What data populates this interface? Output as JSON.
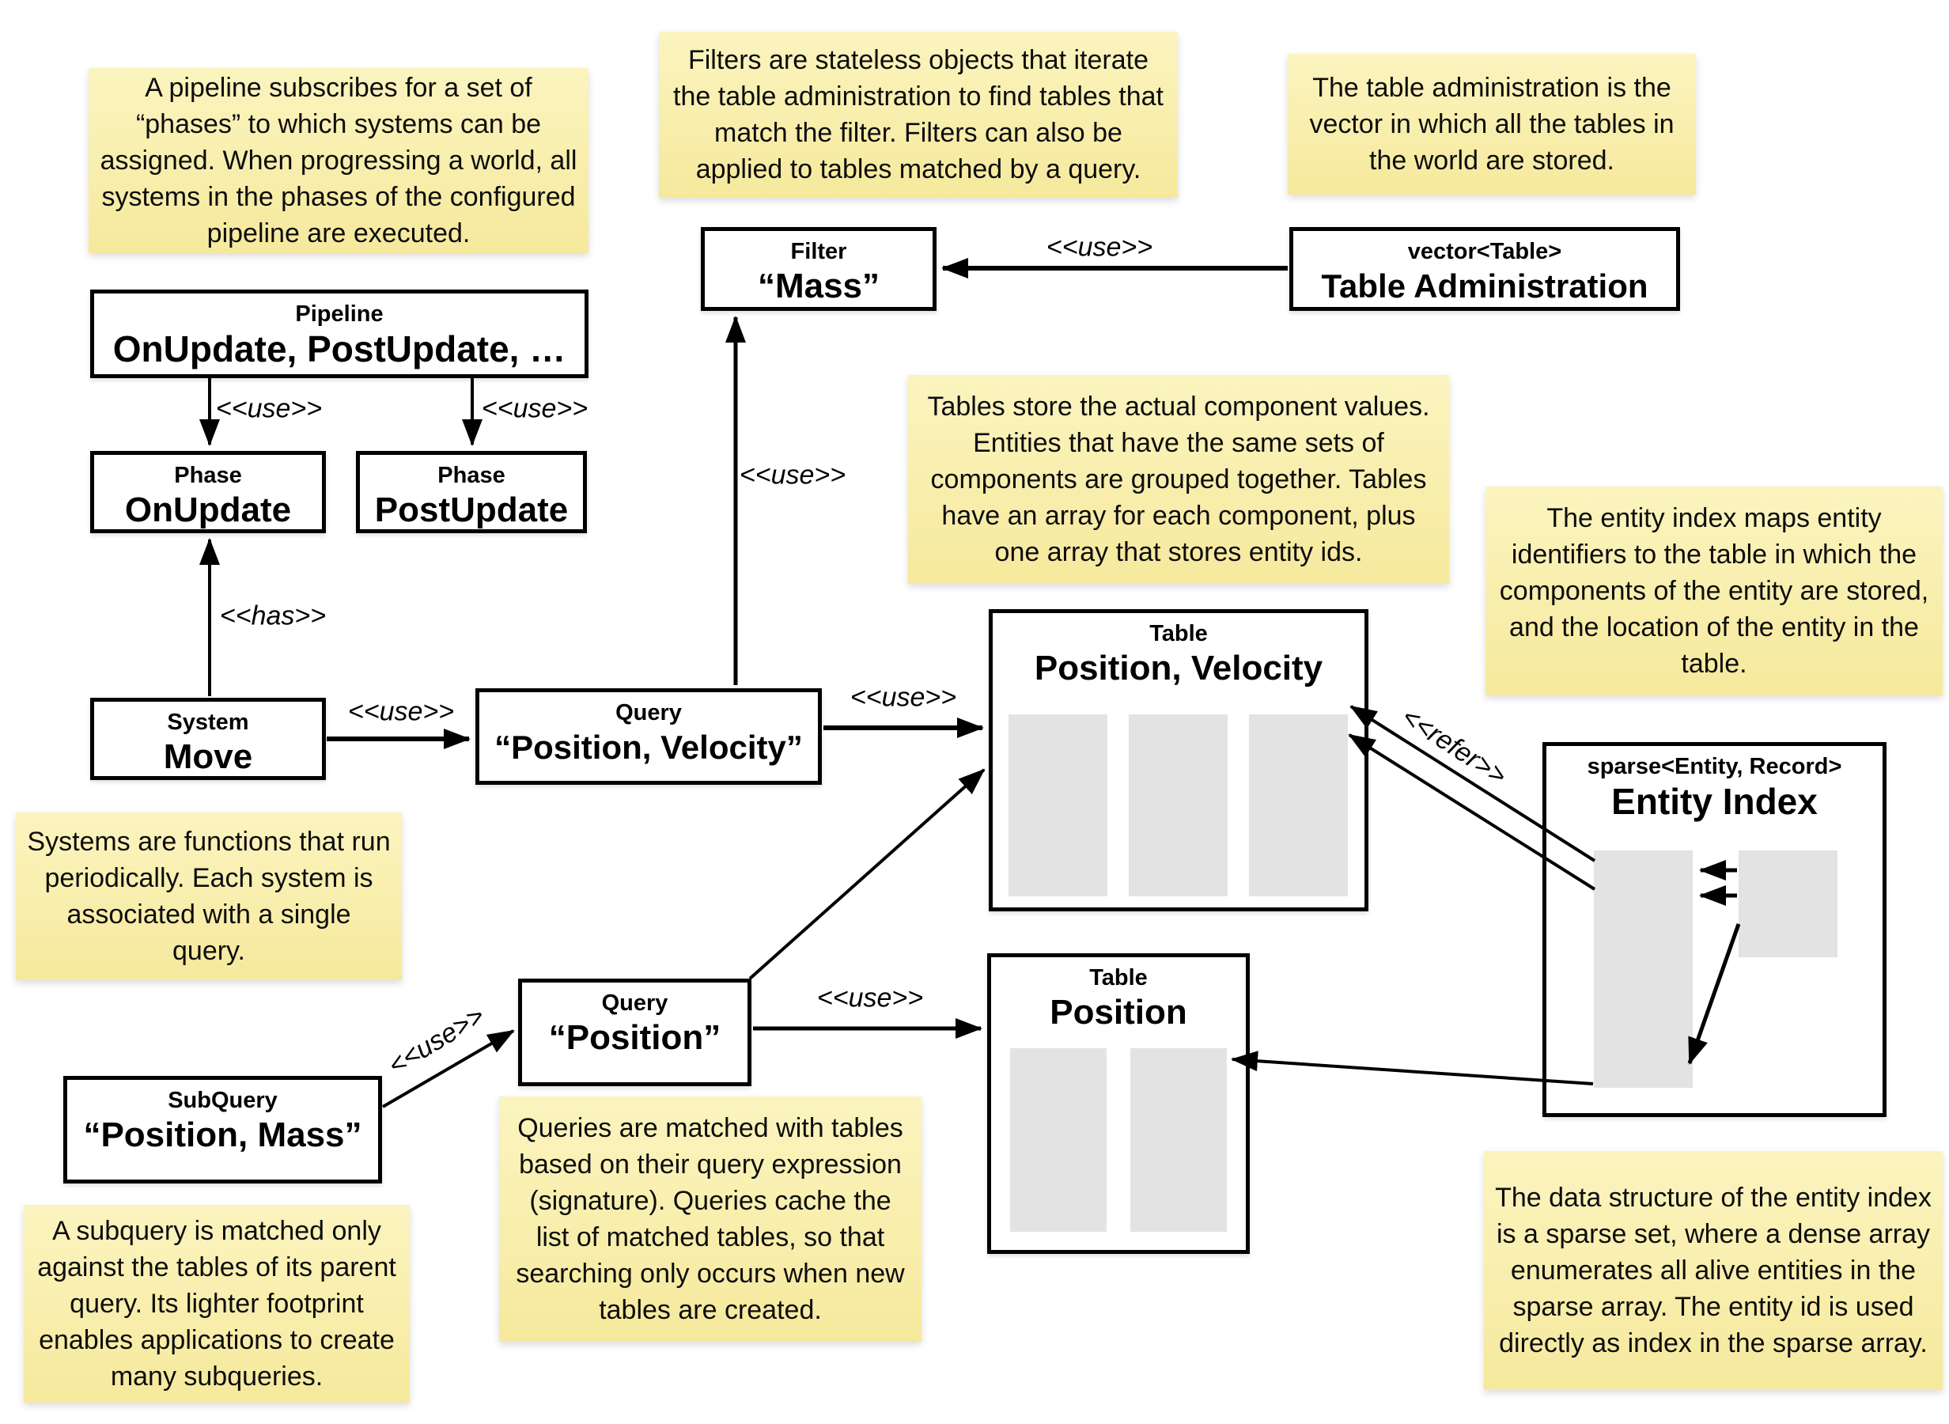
{
  "labels": {
    "use": "<<use>>",
    "has": "<<has>>",
    "refer": "<<refer>>"
  },
  "nodes": {
    "pipeline": {
      "stereotype": "Pipeline",
      "name": "OnUpdate, PostUpdate, …"
    },
    "filter": {
      "stereotype": "Filter",
      "name": "“Mass”"
    },
    "table_admin": {
      "stereotype": "vector<Table>",
      "name": "Table Administration"
    },
    "phase_onupdate": {
      "stereotype": "Phase",
      "name": "OnUpdate"
    },
    "phase_postupdate": {
      "stereotype": "Phase",
      "name": "PostUpdate"
    },
    "system_move": {
      "stereotype": "System",
      "name": "Move"
    },
    "query_pv": {
      "stereotype": "Query",
      "name": "“Position, Velocity”"
    },
    "query_p": {
      "stereotype": "Query",
      "name": "“Position”"
    },
    "subquery": {
      "stereotype": "SubQuery",
      "name": "“Position, Mass”"
    },
    "table_pv": {
      "stereotype": "Table",
      "name": "Position, Velocity"
    },
    "table_p": {
      "stereotype": "Table",
      "name": "Position"
    },
    "entity_index": {
      "stereotype": "sparse<Entity, Record>",
      "name": "Entity Index"
    }
  },
  "notes": {
    "pipeline": "A pipeline subscribes for a set of “phases” to which systems can be assigned. When progressing a world, all systems in the phases of the configured pipeline are executed.",
    "filters": "Filters are stateless objects that iterate the table administration to find tables that match the filter. Filters can also be applied to tables matched by a query.",
    "table_admin": "The table administration is the vector in which all the tables in the world are stored.",
    "tables": "Tables store the actual component values. Entities that have the same sets of components are grouped together. Tables have an array for each component, plus one array that stores entity ids.",
    "entity_index": "The entity index maps entity identifiers to the table in which the components of the entity are stored, and the location of the entity in the table.",
    "systems": "Systems are functions that run periodically. Each system is associated with a single query.",
    "subquery": "A subquery is matched only against the tables of its parent query. Its lighter footprint enables applications to create many subqueries.",
    "queries": "Queries are matched with tables based on their query expression (signature). Queries cache the list of matched tables, so that searching only occurs when new tables are created.",
    "sparse": "The data structure of the entity index is a sparse set, where a dense array enumerates all alive entities in the sparse array. The entity id is used directly as index in the sparse array."
  },
  "colors": {
    "note_top": "#fbf4bf",
    "note_bottom": "#f6e99d",
    "bar_gray": "#e3e3e3",
    "line_black": "#000000"
  }
}
